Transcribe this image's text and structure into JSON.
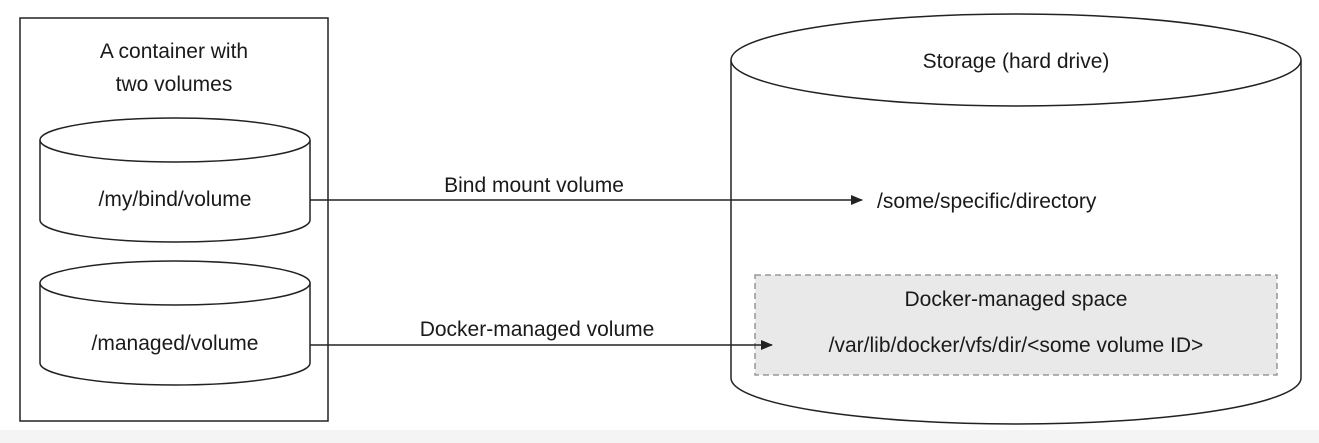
{
  "container": {
    "title_line1": "A container with",
    "title_line2": "two volumes",
    "volumes": [
      {
        "label": "/my/bind/volume"
      },
      {
        "label": "/managed/volume"
      }
    ]
  },
  "storage": {
    "title": "Storage (hard drive)",
    "bind_target": "/some/specific/directory",
    "managed_space": {
      "title": "Docker-managed space",
      "path": "/var/lib/docker/vfs/dir/<some volume ID>"
    }
  },
  "arrows": {
    "bind_label": "Bind mount volume",
    "managed_label": "Docker-managed volume"
  }
}
